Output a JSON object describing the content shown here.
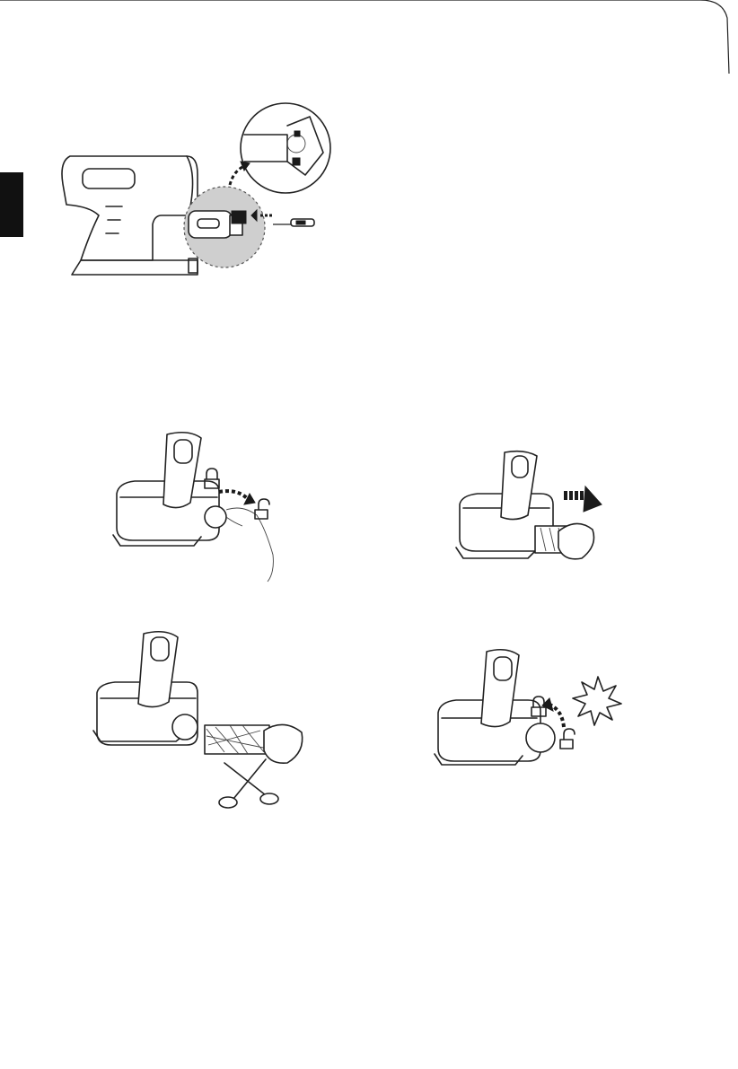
{
  "colors": {
    "ink": "#1a1a1a",
    "highlight_circle": "#cfcfcf",
    "page_background": "#ffffff"
  },
  "page": {
    "has_language_tab": true,
    "figures": [
      {
        "id": "fig-charging-port",
        "depicts": "handheld-unit-charging-port-cleaning"
      },
      {
        "id": "fig-unlock-cap",
        "depicts": "floor-brush-end-cap-unlock"
      },
      {
        "id": "fig-pull-roller",
        "depicts": "floor-brush-roller-removal"
      },
      {
        "id": "fig-cut-hair",
        "depicts": "roller-hair-cutting"
      },
      {
        "id": "fig-reinsert-lock",
        "depicts": "floor-brush-roller-reinstall-lock"
      }
    ]
  },
  "icons": {
    "lock": "lock-icon",
    "unlock": "unlock-icon",
    "arrow": "arrow-icon",
    "scissors": "scissors-icon",
    "click": "click-burst-icon"
  }
}
